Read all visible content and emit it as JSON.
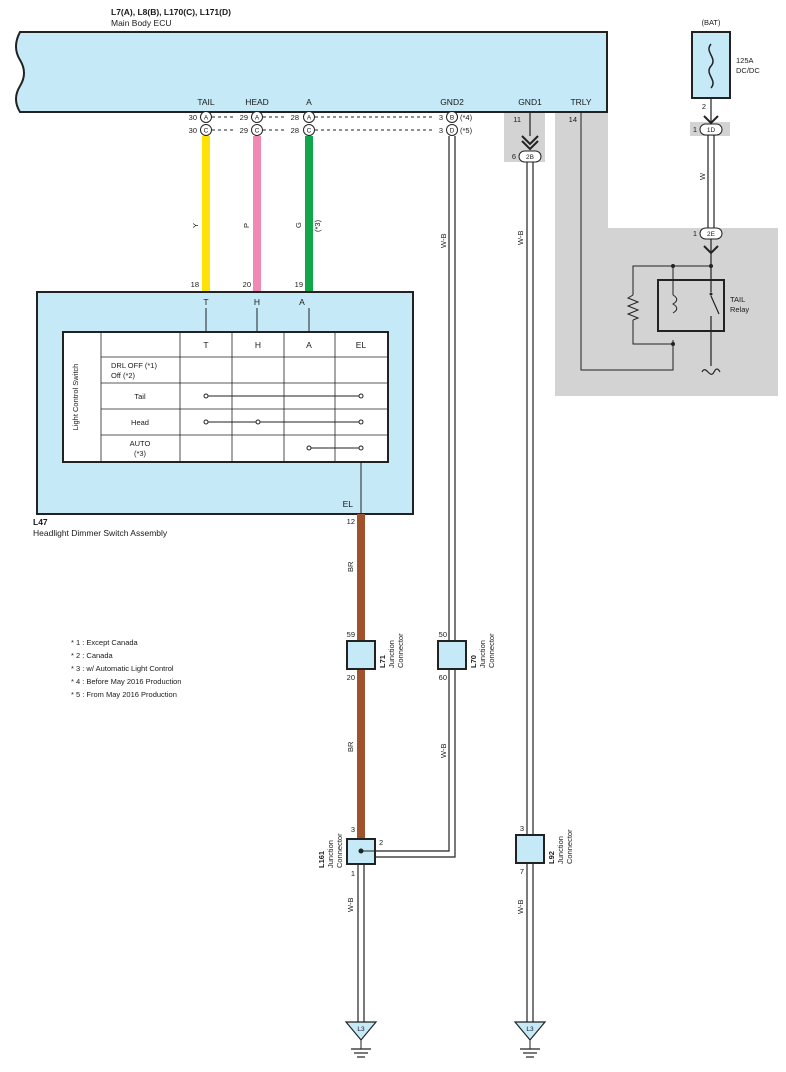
{
  "ecu": {
    "codes": "L7(A), L8(B), L170(C), L171(D)",
    "name": "Main Body ECU",
    "terminals": [
      "TAIL",
      "HEAD",
      "A",
      "GND2",
      "GND1",
      "TRLY"
    ]
  },
  "ecu_pins": {
    "tail_a": "30",
    "tail_c": "30",
    "head_a": "29",
    "head_c": "29",
    "a_a": "28",
    "a_c": "28",
    "gnd2_b": "3",
    "gnd2_d": "3",
    "gnd1": "11",
    "trly": "14",
    "note4": "(*4)",
    "note5": "(*5)"
  },
  "connector_letters": {
    "a": "A",
    "b": "B",
    "c": "C",
    "d": "D"
  },
  "bat": {
    "label": "(BAT)",
    "fuse": "125A",
    "fuse2": "DC/DC",
    "pin": "2"
  },
  "joints": {
    "j1d": "1D",
    "j1d_pin": "1",
    "j2b": "2B",
    "j2b_pin": "6",
    "j2e": "2E",
    "j2e_pin": "1"
  },
  "relay": {
    "name": "TAIL",
    "name2": "Relay"
  },
  "wires": {
    "yellow": "Y",
    "pink": "P",
    "green": "G",
    "green_note": "(*3)",
    "wb": "W-B",
    "w": "W",
    "br": "BR"
  },
  "switch_pins": {
    "t": "18",
    "h": "20",
    "a": "19",
    "el": "12"
  },
  "switch": {
    "id": "L47",
    "name": "Headlight Dimmer Switch Assembly",
    "term_t": "T",
    "term_h": "H",
    "term_a": "A",
    "term_el": "EL",
    "table_title": "Light Control Switch",
    "headers": [
      "T",
      "H",
      "A",
      "EL"
    ],
    "rows": [
      {
        "label": "DRL OFF (*1)",
        "label2": "Off (*2)"
      },
      {
        "label": "Tail"
      },
      {
        "label": "Head"
      },
      {
        "label": "AUTO",
        "label2": "(*3)"
      }
    ]
  },
  "notes": [
    "* 1 : Except Canada",
    "* 2 : Canada",
    "* 3 : w/ Automatic Light Control",
    "* 4 : Before May 2016 Production",
    "* 5 : From May 2016 Production"
  ],
  "junctions": {
    "l71": {
      "id": "L71",
      "name": "Junction",
      "name2": "Connector",
      "pin_top": "59",
      "pin_bottom": "20"
    },
    "l70": {
      "id": "L70",
      "name": "Junction",
      "name2": "Connector",
      "pin_top": "50",
      "pin_bottom": "60"
    },
    "l161": {
      "id": "L161",
      "name": "Junction",
      "name2": "Connector",
      "pin_top": "3",
      "pin_side": "2",
      "pin_bottom": "1"
    },
    "l92": {
      "id": "L92",
      "name": "Junction",
      "name2": "Connector",
      "pin_top": "3",
      "pin_bottom": "7"
    }
  },
  "grounds": {
    "left": "L3",
    "right": "L3"
  },
  "colors": {
    "box_fill": "#c5e9f6",
    "gray_area": "#d3d3d3",
    "wire_yellow": "#ffe10a",
    "wire_pink": "#f08ab5",
    "wire_green": "#12a64a",
    "wire_brown": "#a0522d"
  }
}
